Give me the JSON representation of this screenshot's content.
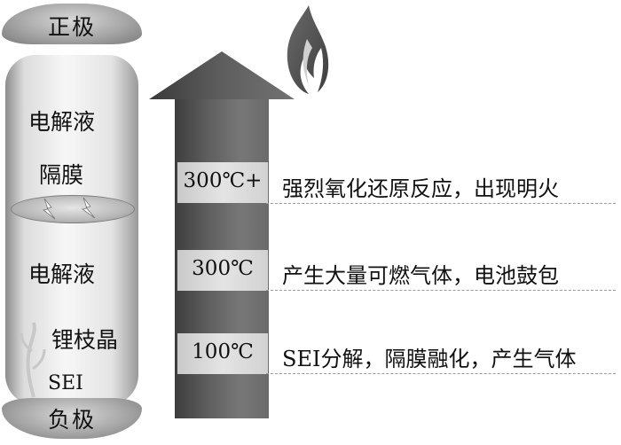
{
  "battery": {
    "positive_electrode": "正极",
    "negative_electrode": "负极",
    "electrolyte_upper": "电解液",
    "separator": "隔膜",
    "electrolyte_lower": "电解液",
    "dendrite": "锂枝晶",
    "sei": "SEI"
  },
  "stages": [
    {
      "temperature": "300℃+",
      "description": "强烈氧化还原反应，出现明火"
    },
    {
      "temperature": "300℃",
      "description": "产生大量可燃气体，电池鼓包"
    },
    {
      "temperature": "100℃",
      "description": "SEI分解，隔膜融化，产生气体"
    }
  ],
  "icons": {
    "flame": "flame-icon",
    "lightning": "lightning-icon",
    "arrow": "arrow-up-icon"
  }
}
